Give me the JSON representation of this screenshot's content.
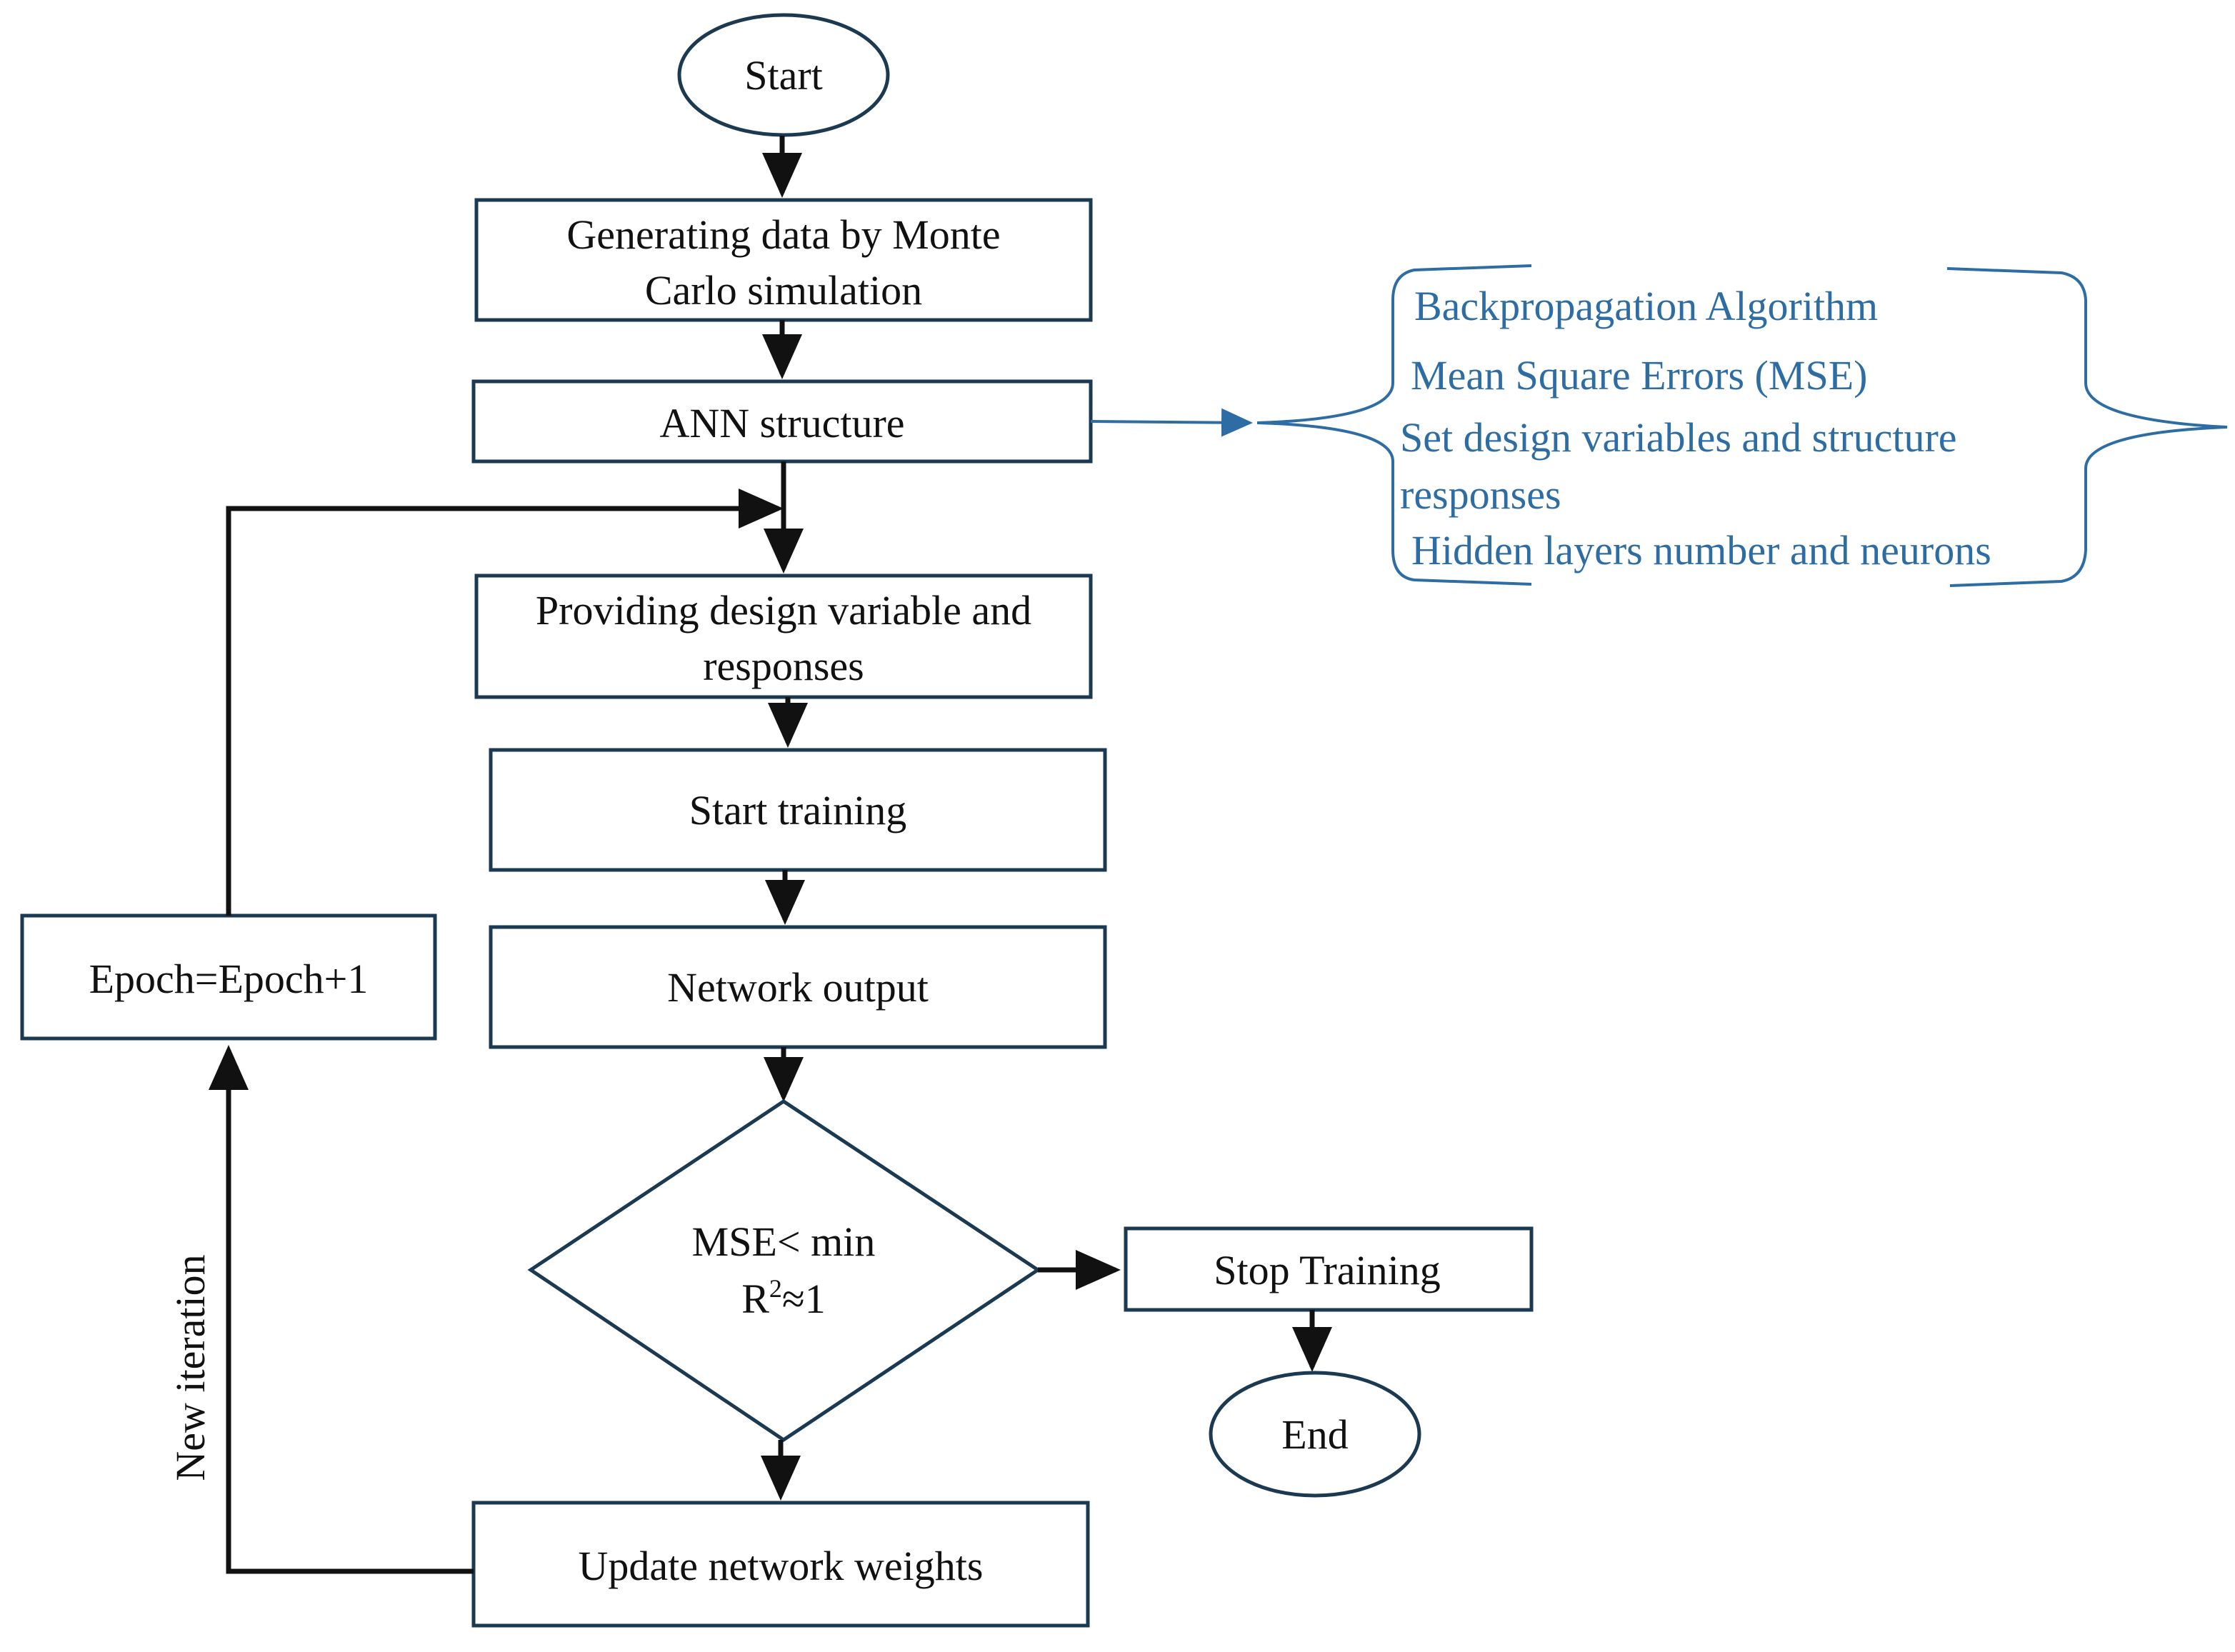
{
  "nodes": {
    "start": "Start",
    "generating_line1": "Generating data by Monte",
    "generating_line2": "Carlo simulation",
    "ann_structure": "ANN structure",
    "providing_line1": "Providing design variable and",
    "providing_line2": "responses",
    "start_training": "Start training",
    "network_output": "Network output",
    "decision_line1": "MSE< min",
    "decision_line2_prefix": "R",
    "decision_line2_superscript": "2",
    "decision_line2_suffix": "≈1",
    "stop_training": "Stop Training",
    "end": "End",
    "update_weights": "Update network weights",
    "epoch": "Epoch=Epoch+1"
  },
  "side_label": "New iteration",
  "ann_details": [
    "Backpropagation Algorithm",
    "Mean Square Errors (MSE)",
    "Set design variables and structure",
    "responses",
    "Hidden layers number and neurons"
  ],
  "colors": {
    "shape_stroke": "#1b3a52",
    "arrow": "#111111",
    "annotation": "#2e6da4"
  }
}
